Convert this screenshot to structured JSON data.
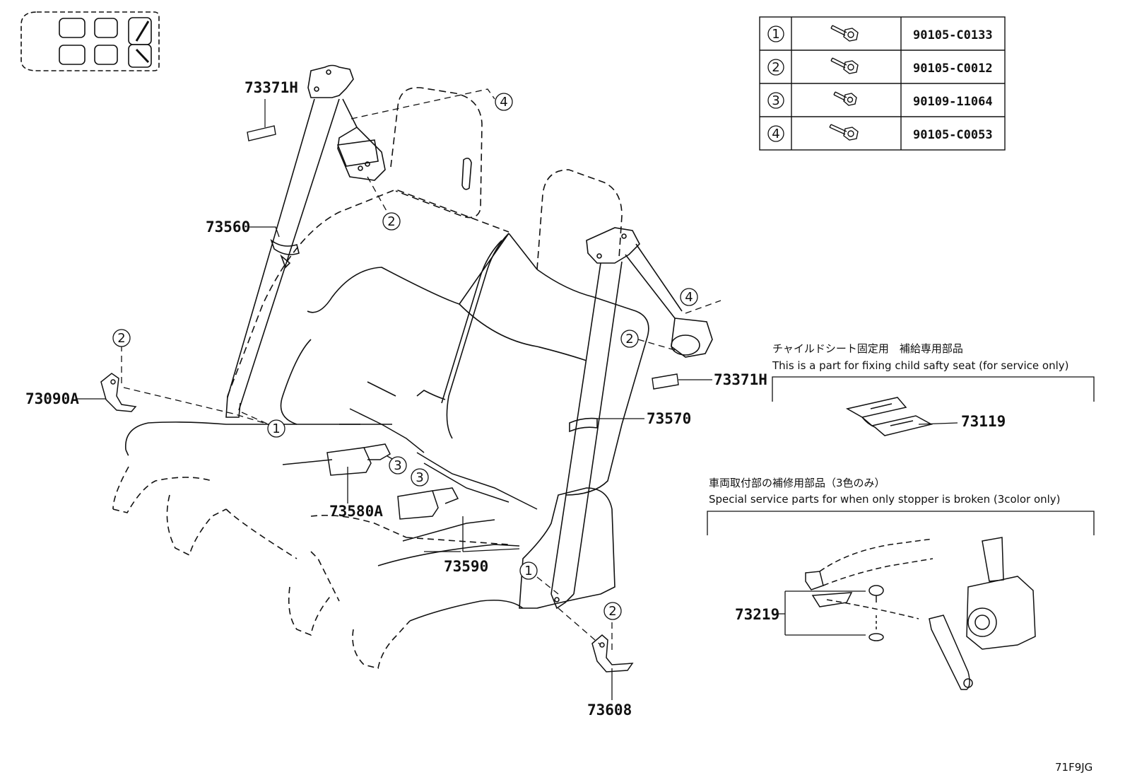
{
  "fastener_table": [
    {
      "ref": "1",
      "part_no": "90105-C0133"
    },
    {
      "ref": "2",
      "part_no": "90105-C0012"
    },
    {
      "ref": "3",
      "part_no": "90109-11064"
    },
    {
      "ref": "4",
      "part_no": "90105-C0053"
    }
  ],
  "part_labels": {
    "p73371H_top": "73371H",
    "p73560": "73560",
    "p73090A": "73090A",
    "p73580A": "73580A",
    "p73590": "73590",
    "p73570": "73570",
    "p73371H_right": "73371H",
    "p73608": "73608",
    "p73119": "73119",
    "p73219": "73219"
  },
  "callouts": {
    "c4_top": "4",
    "c2_upper": "2",
    "c2_left": "2",
    "c1_left": "1",
    "c3_a": "3",
    "c3_b": "3",
    "c4_right": "4",
    "c2_right": "2",
    "c1_bottom": "1",
    "c2_bottom": "2"
  },
  "notes": {
    "child_seat_jp": "チャイルドシート固定用　補給専用部品",
    "child_seat_en": "This is a part for fixing child safty seat (for service only)",
    "stopper_jp": "車両取付部の補修用部品（3色のみ）",
    "stopper_en": "Special service parts for when only stopper is broken (3color only)"
  },
  "diagram_code": "71F9JG"
}
